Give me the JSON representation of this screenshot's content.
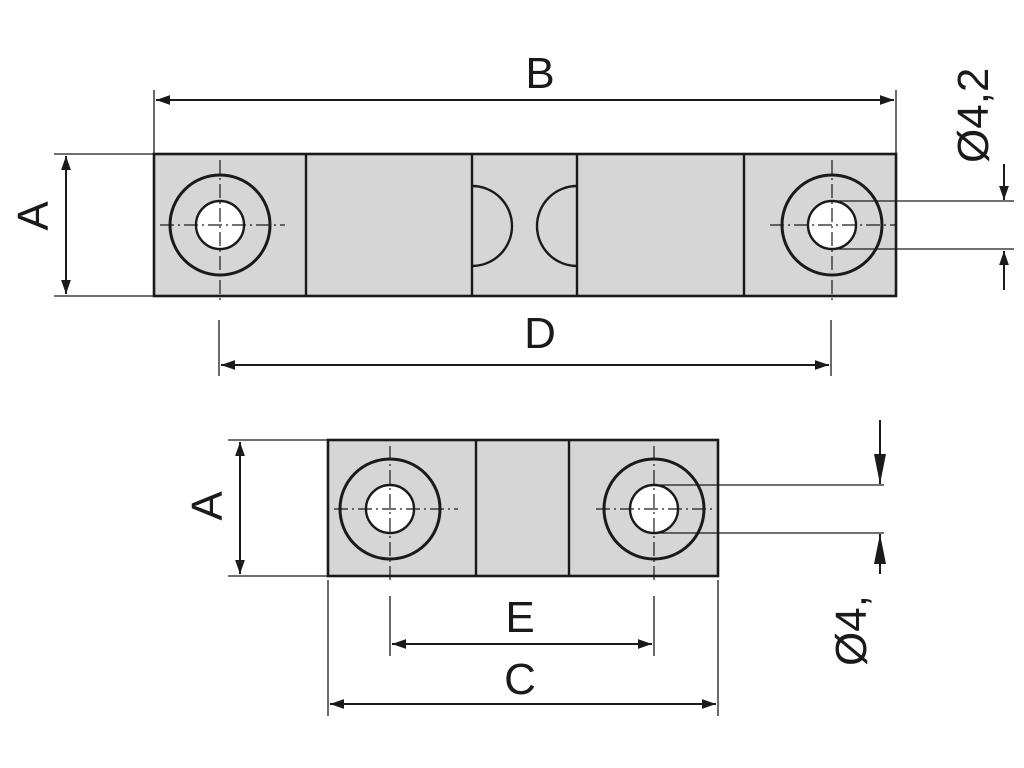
{
  "labels": {
    "A_top": "A",
    "B": "B",
    "D": "D",
    "dia_top": "Ø4,2",
    "A_bottom": "A",
    "E": "E",
    "C": "C",
    "dia_bottom": "Ø4,"
  }
}
